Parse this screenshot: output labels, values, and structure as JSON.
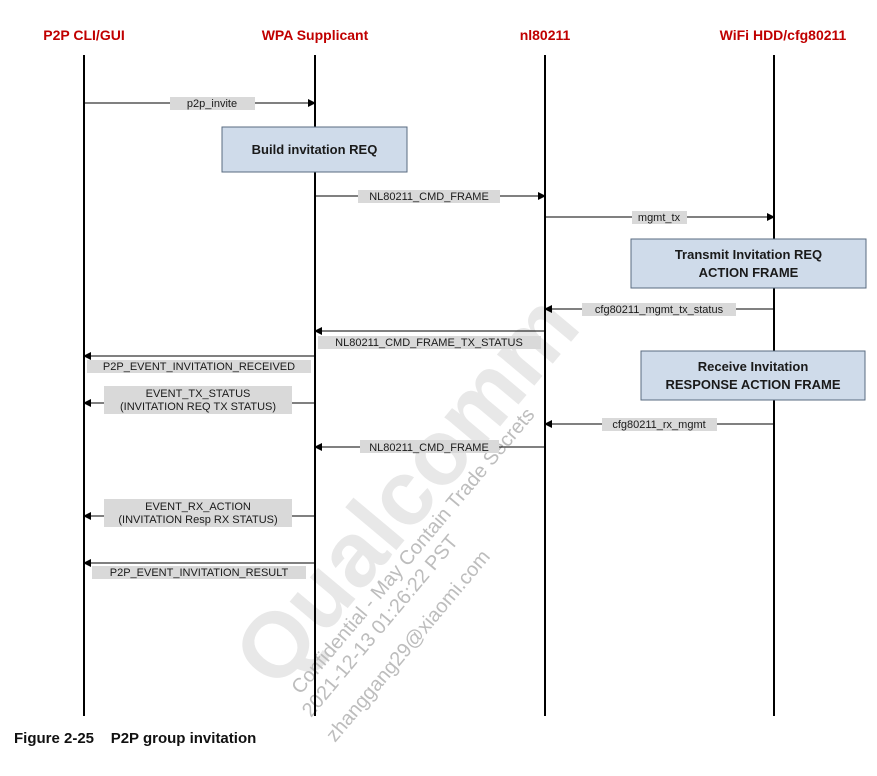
{
  "actors": [
    "P2P CLI/GUI",
    "WPA Supplicant",
    "nl80211",
    "WiFi HDD/cfg80211"
  ],
  "boxes": [
    {
      "lines": [
        "Build invitation REQ"
      ]
    },
    {
      "lines": [
        "Transmit Invitation REQ",
        "ACTION FRAME"
      ]
    },
    {
      "lines": [
        "Receive Invitation",
        "RESPONSE ACTION FRAME"
      ]
    }
  ],
  "messages": [
    {
      "from": 0,
      "to": 1,
      "lines": [
        "p2p_invite"
      ]
    },
    {
      "from": 1,
      "to": 2,
      "lines": [
        "NL80211_CMD_FRAME"
      ]
    },
    {
      "from": 2,
      "to": 3,
      "lines": [
        "mgmt_tx"
      ]
    },
    {
      "from": 3,
      "to": 2,
      "lines": [
        "cfg80211_mgmt_tx_status"
      ]
    },
    {
      "from": 2,
      "to": 1,
      "lines": [
        "NL80211_CMD_FRAME_TX_STATUS"
      ]
    },
    {
      "from": 1,
      "to": 0,
      "lines": [
        "P2P_EVENT_INVITATION_RECEIVED"
      ]
    },
    {
      "from": 1,
      "to": 0,
      "lines": [
        "EVENT_TX_STATUS",
        "(INVITATION REQ TX STATUS)"
      ]
    },
    {
      "from": 3,
      "to": 2,
      "lines": [
        "cfg80211_rx_mgmt"
      ]
    },
    {
      "from": 2,
      "to": 1,
      "lines": [
        "NL80211_CMD_FRAME"
      ]
    },
    {
      "from": 1,
      "to": 0,
      "lines": [
        "EVENT_RX_ACTION",
        "(INVITATION Resp RX STATUS)"
      ]
    },
    {
      "from": 1,
      "to": 0,
      "lines": [
        "P2P_EVENT_INVITATION_RESULT"
      ]
    }
  ],
  "watermark": {
    "brand": "Qualcomm",
    "lines": [
      "Confidential - May Contain Trade Secrets",
      "2021-12-13 01:26:22 PST",
      "zhanggang29@xiaomi.com"
    ]
  },
  "caption": "Figure 2-25    P2P group invitation"
}
